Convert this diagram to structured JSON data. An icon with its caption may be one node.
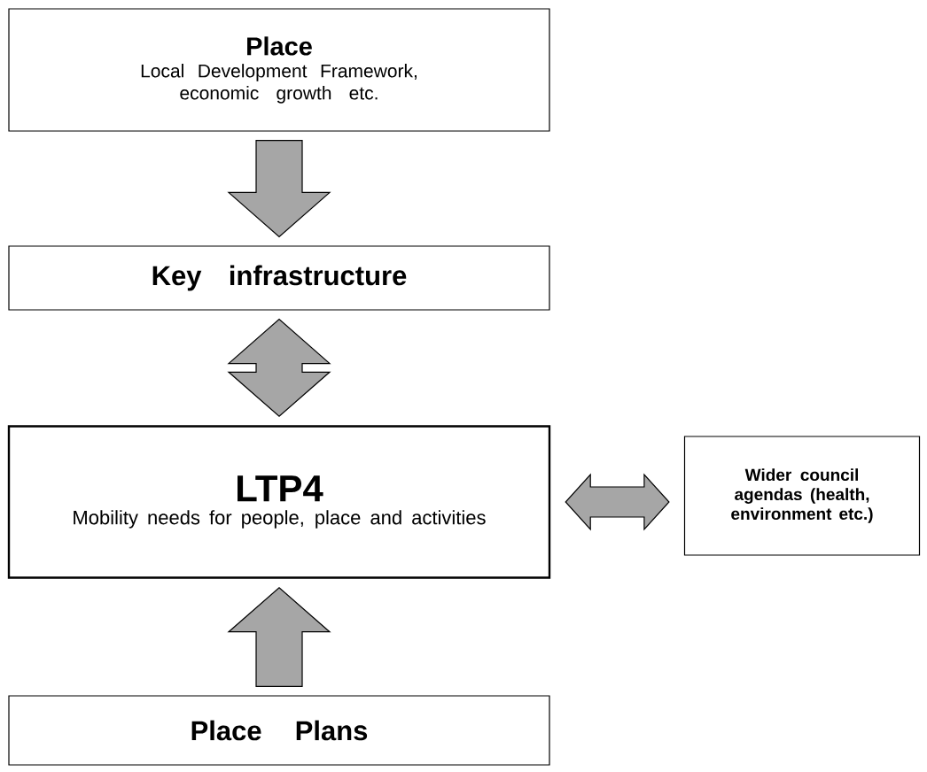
{
  "diagram": {
    "nodes": [
      {
        "text": [
          "Place",
          "Local Development Framework, economic growth etc."
        ]
      },
      {
        "text": [
          "Key infrastructure"
        ]
      },
      {
        "text": [
          "LTP4",
          "Mobility needs for people, place and activities"
        ]
      },
      {
        "text": [
          "Wider council agendas (health, environment etc.)"
        ]
      },
      {
        "text": [
          "Place Plans"
        ]
      }
    ],
    "edges": [
      {
        "from": 0,
        "to": 1,
        "arrow": "to"
      },
      {
        "from": 1,
        "to": 2,
        "arrow": "both"
      },
      {
        "from": 2,
        "to": 3,
        "arrow": "both"
      },
      {
        "from": 4,
        "to": 2,
        "arrow": "to"
      }
    ]
  }
}
